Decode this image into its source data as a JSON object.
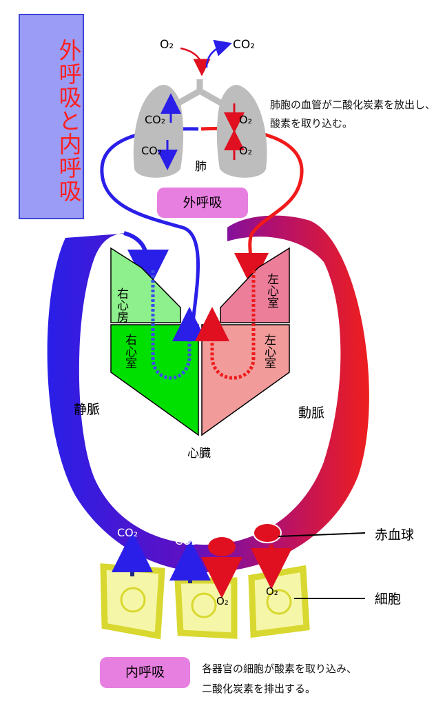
{
  "title": "外呼吸と内呼吸",
  "lung": {
    "o2_in": "O₂",
    "co2_out": "CO₂",
    "co2_up": "CO₂",
    "co2_down": "CO₂",
    "o2_down": "O₂",
    "o2_up": "O₂",
    "label": "肺",
    "note_line1": "肺胞の血管が二酸化炭素を放出し、",
    "note_line2": "酸素を取り込む。"
  },
  "external_label": "外呼吸",
  "heart": {
    "right_atrium": "右心房",
    "right_ventricle": "右心室",
    "left_atrium": "左心室",
    "left_ventricle": "左心室",
    "label": "心臓"
  },
  "vessels": {
    "vein": "静脈",
    "artery": "動脈"
  },
  "tissue": {
    "co2_a": "CO₂",
    "co2_b": "CO₂",
    "o2_a": "O₂",
    "o2_b": "O₂",
    "rbc_label": "赤血球",
    "cell_label": "細胞"
  },
  "internal_label": "内呼吸",
  "internal_note_line1": "各器官の細胞が酸素を取り込み、",
  "internal_note_line2": "二酸化炭素を排出する。",
  "colors": {
    "vein": "#2a1fe8",
    "artery": "#ee1e1e",
    "right_atrium": "#8ef08c",
    "right_ventricle": "#00e000",
    "left_atrium": "#ec7e9a",
    "left_ventricle": "#f19b9b",
    "cell": "#e6e67a",
    "lung": "#bdbdbd"
  }
}
